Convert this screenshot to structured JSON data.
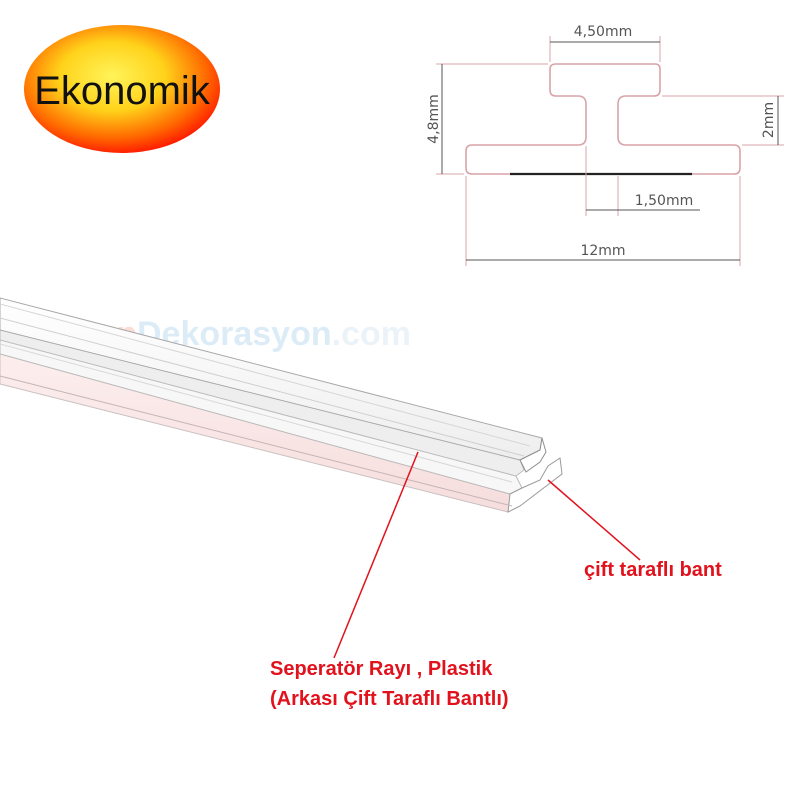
{
  "badge": {
    "label": "Ekonomik"
  },
  "watermark": {
    "part1": "Shop",
    "part2": "Dekorasyon",
    "part3": ".com"
  },
  "dimensions": {
    "top_width": "4,50mm",
    "height": "4,8mm",
    "upper_height": "2mm",
    "stem_width": "1,50mm",
    "total_width": "12mm"
  },
  "callouts": {
    "tape": "çift taraflı bant",
    "rail_line1": "Seperatör Rayı , Plastik",
    "rail_line2": "(Arkası Çift Taraflı Bantlı)"
  },
  "colors": {
    "callout": "#e2121d",
    "badge_center": "#ffef3a",
    "badge_edge": "#ff2200",
    "profile_line": "#d9a4a8",
    "dimension_line": "#555555"
  }
}
